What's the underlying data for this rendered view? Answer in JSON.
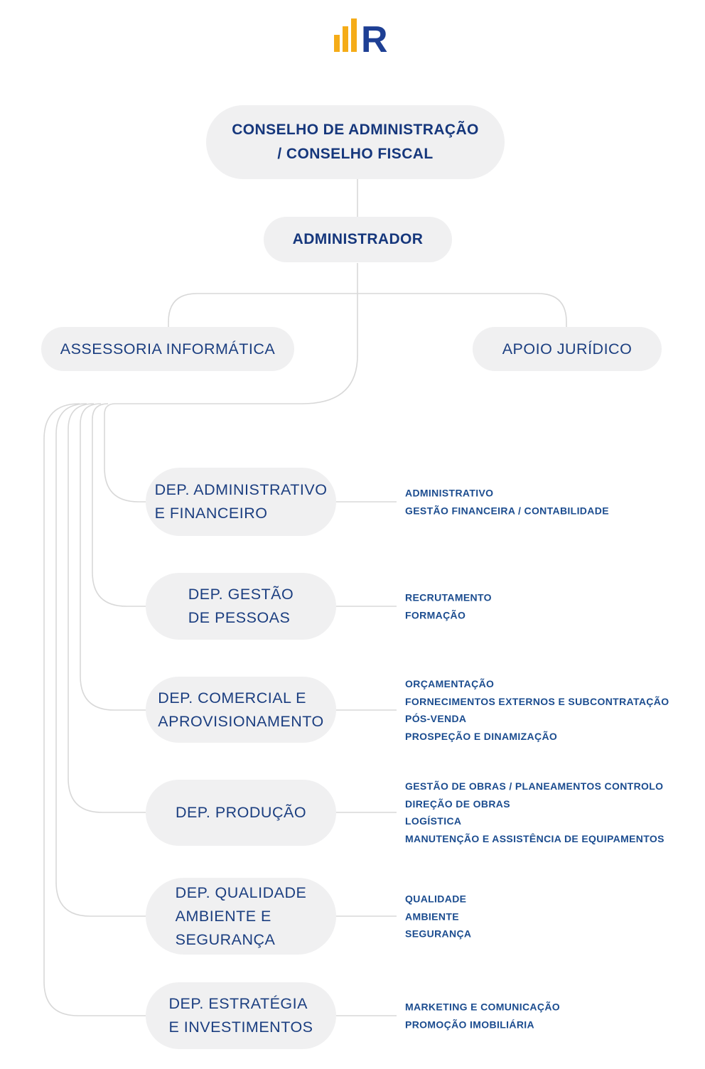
{
  "logo": {
    "letter": "R",
    "bars_color": "#F5AC18",
    "letter_color": "#1E3F94"
  },
  "colors": {
    "box_fill": "#F0F0F1",
    "heading_text": "#16377C",
    "department_text": "#1B3E80",
    "sub_item_text": "#1B4C8F",
    "connector_line": "#D8D8D8"
  },
  "nodes": {
    "conselho": {
      "lines": [
        "CONSELHO DE ADMINISTRAÇÃO",
        "/ CONSELHO FISCAL"
      ]
    },
    "administrador": {
      "label": "ADMINISTRADOR"
    },
    "assessoria": {
      "label": "ASSESSORIA INFORMÁTICA"
    },
    "apoio": {
      "label": "APOIO JURÍDICO"
    }
  },
  "departments": [
    {
      "name_lines": [
        "DEP. ADMINISTRATIVO",
        "E FINANCEIRO"
      ],
      "items": [
        "ADMINISTRATIVO",
        "GESTÃO FINANCEIRA / CONTABILIDADE"
      ]
    },
    {
      "name_lines": [
        "DEP. GESTÃO",
        "DE PESSOAS"
      ],
      "items": [
        "RECRUTAMENTO",
        "FORMAÇÃO"
      ]
    },
    {
      "name_lines": [
        "DEP. COMERCIAL E",
        "APROVISIONAMENTO"
      ],
      "items": [
        "ORÇAMENTAÇÃO",
        "FORNECIMENTOS EXTERNOS E SUBCONTRATAÇÃO",
        "PÓS-VENDA",
        "PROSPEÇÃO E DINAMIZAÇÃO"
      ]
    },
    {
      "name_lines": [
        "DEP. PRODUÇÃO"
      ],
      "items": [
        "GESTÃO DE OBRAS / PLANEAMENTOS CONTROLO",
        "DIREÇÃO DE OBRAS",
        "LOGÍSTICA",
        "MANUTENÇÃO E ASSISTÊNCIA DE EQUIPAMENTOS"
      ]
    },
    {
      "name_lines": [
        "DEP. QUALIDADE",
        "AMBIENTE E",
        "SEGURANÇA"
      ],
      "items": [
        "QUALIDADE",
        "AMBIENTE",
        "SEGURANÇA"
      ]
    },
    {
      "name_lines": [
        "DEP. ESTRATÉGIA",
        "E INVESTIMENTOS"
      ],
      "items": [
        "MARKETING E COMUNICAÇÃO",
        "PROMOÇÃO IMOBILIÁRIA"
      ]
    }
  ]
}
